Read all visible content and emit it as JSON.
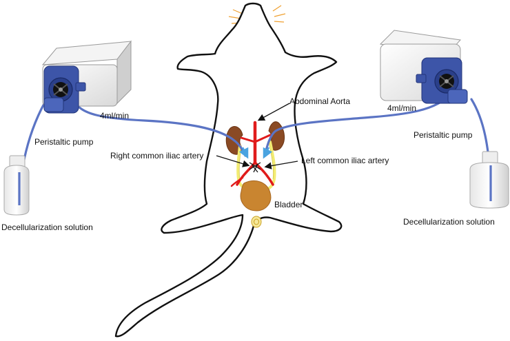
{
  "labels": {
    "abdominal_aorta": "Abdominal Aorta",
    "right_common_iliac": "Right common iliac artery",
    "left_common_iliac": "Left common iliac artery",
    "bladder": "Bladder"
  },
  "left_setup": {
    "flow_rate": "4ml/min",
    "pump_label": "Peristaltic pump",
    "solution_label": "Decellularization solution"
  },
  "right_setup": {
    "flow_rate": "4ml/min",
    "pump_label": "Peristaltic pump",
    "solution_label": "Decellularization solution"
  },
  "colors": {
    "tubing": "#5b74c4",
    "pump_head": "#3d55a8",
    "artery": "#e01b1b",
    "ureter": "#f2ec73",
    "kidney": "#8a4a24",
    "bladder": "#c98530"
  }
}
